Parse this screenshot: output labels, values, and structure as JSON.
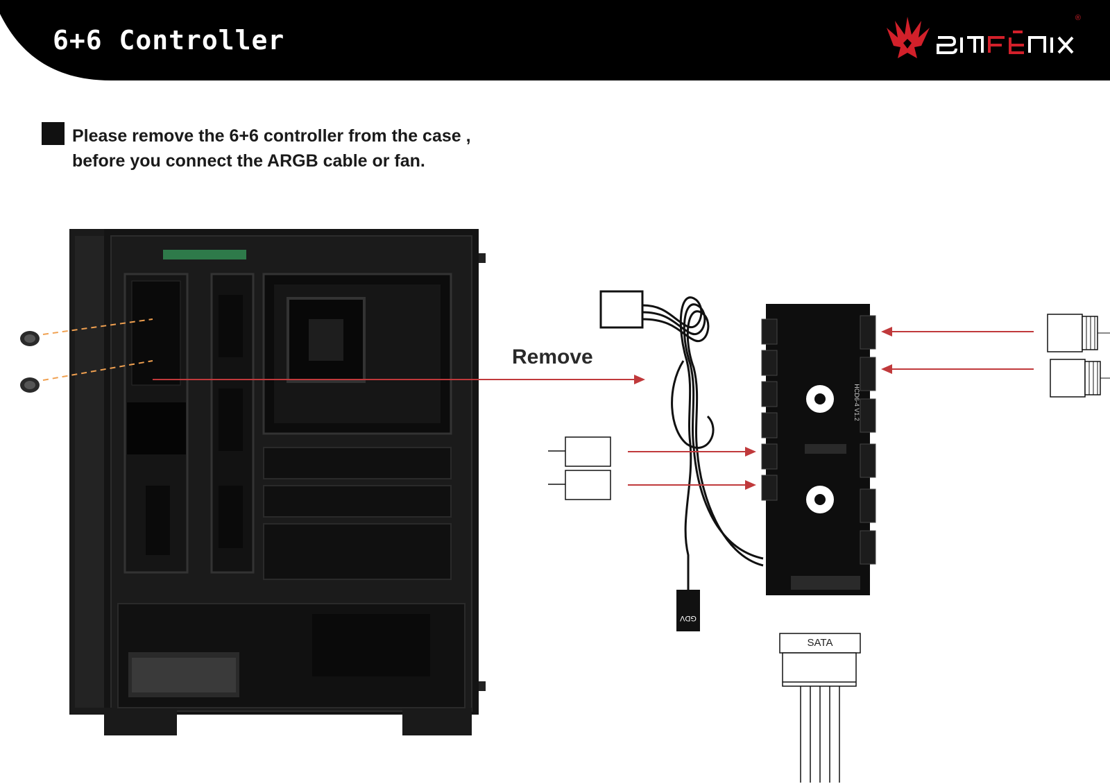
{
  "header": {
    "title": "6+6 Controller",
    "brand": "BITFENIX",
    "registered_mark": "®",
    "bg_color": "#000000",
    "accent_color": "#d2202a"
  },
  "instruction": {
    "line1": "Please remove the 6+6 controller from the case ,",
    "line2": "before you connect the ARGB cable or fan."
  },
  "diagram": {
    "remove_label": "Remove",
    "sata_label": "SATA",
    "board_marking": "HCD6-4 V1.2",
    "connector_marking": "GDV",
    "arrow_color": "#c0393b"
  }
}
